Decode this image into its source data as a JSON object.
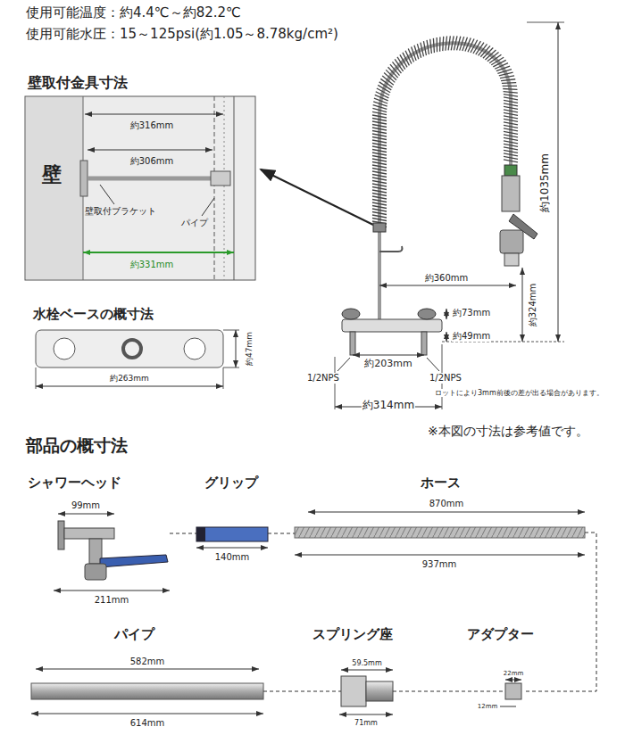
{
  "diagram": {
    "labels": [
      "使用可能温度：約4.4℃～約82.2℃",
      "使用可能水圧：15～125psi(約1.05～8.78kg/cm²)",
      "壁取付金具寸法",
      "約316mm",
      "壁",
      "約306mm",
      "壁取付ブラケット",
      "パイプ",
      "約331mm",
      "水栓ベースの概寸法",
      "約47mm",
      "約263mm",
      "約1035mm",
      "約360mm",
      "約73mm",
      "約324mm",
      "約49mm",
      "1/2NPS",
      "約203mm",
      "1/2NPS",
      "ロットにより3mm前後の差が出る場合があります。",
      "約314mm",
      "※本図の寸法は参考値です。",
      "部品の概寸法",
      "シャワーヘッド",
      "グリップ",
      "ホース",
      "99mm",
      "211mm",
      "140mm",
      "870mm",
      "937mm",
      "パイプ",
      "スプリング座",
      "アダプター",
      "582mm",
      "59.5mm",
      "22mm",
      "614mm",
      "71mm",
      "12mm"
    ]
  }
}
